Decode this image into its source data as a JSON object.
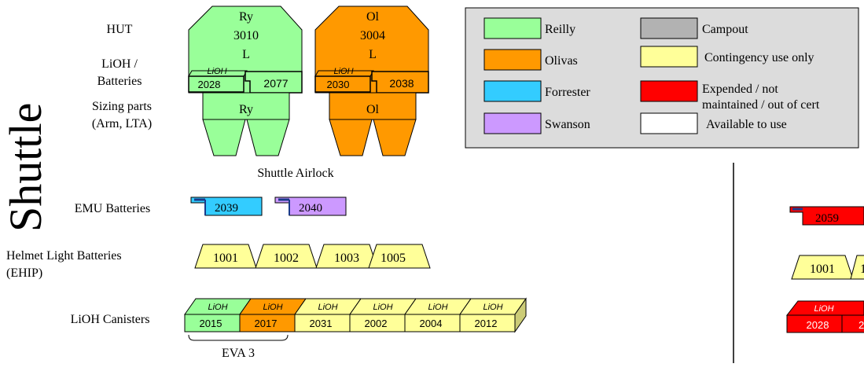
{
  "side_title": "Shuttle",
  "row_labels": {
    "hut": "HUT",
    "lioh_line1": "LiOH /",
    "lioh_line2": "Batteries",
    "sizing_line1": "Sizing parts",
    "sizing_line2": "(Arm, LTA)",
    "emu_batteries": "EMU Batteries",
    "helmet_line1": "Helmet Light Batteries",
    "helmet_line2": "(EHIP)",
    "lioh_canisters": "LiOH Canisters"
  },
  "airlock_caption": "Shuttle Airlock",
  "suits": [
    {
      "owner": "Ry",
      "hut_number": "3010",
      "size": "L",
      "battery_left": "2028",
      "battery_right": "2077",
      "lioh_tag": "LiOH",
      "sizing_label": "Ry",
      "color": "#99ff99"
    },
    {
      "owner": "Ol",
      "hut_number": "3004",
      "size": "L",
      "battery_left": "2030",
      "battery_right": "2038",
      "lioh_tag": "LiOH",
      "sizing_label": "Ol",
      "color": "#ff9900"
    }
  ],
  "legend": {
    "items": [
      {
        "label": "Reilly",
        "color": "#99ff99"
      },
      {
        "label": "Olivas",
        "color": "#ff9900"
      },
      {
        "label": "Forrester",
        "color": "#33ccff"
      },
      {
        "label": "Swanson",
        "color": "#cc99ff"
      },
      {
        "label": "Campout",
        "color": "#b2b2b2"
      },
      {
        "label": "Contingency use only",
        "color": "#ffff99"
      },
      {
        "label_line1": "Expended / not",
        "label_line2": "maintained / out of cert",
        "color": "#ff0000"
      },
      {
        "label": "Available to use",
        "color": "#ffffff"
      }
    ]
  },
  "emu_batteries": [
    {
      "id": "2039",
      "color": "#33ccff"
    },
    {
      "id": "2040",
      "color": "#cc99ff"
    }
  ],
  "helmet_light_batteries": [
    "1001",
    "1002",
    "1003",
    "1005"
  ],
  "lioh_canisters": [
    {
      "tag": "LiOH",
      "id": "2015",
      "color": "#99ff99"
    },
    {
      "tag": "LiOH",
      "id": "2017",
      "color": "#ff9900"
    },
    {
      "tag": "LiOH",
      "id": "2031",
      "color": "#ffff99"
    },
    {
      "tag": "LiOH",
      "id": "2002",
      "color": "#ffff99"
    },
    {
      "tag": "LiOH",
      "id": "2004",
      "color": "#ffff99"
    },
    {
      "tag": "LiOH",
      "id": "2012",
      "color": "#ffff99"
    }
  ],
  "eva_bracket_label": "EVA 3",
  "right_panel": {
    "battery_id": "2059",
    "helmet_ids": [
      "1001",
      "1"
    ],
    "lioh_tag": "LiOH",
    "lioh_ids": [
      "2028",
      "2"
    ],
    "color": "#ff0000",
    "helmet_color": "#ffff99"
  }
}
